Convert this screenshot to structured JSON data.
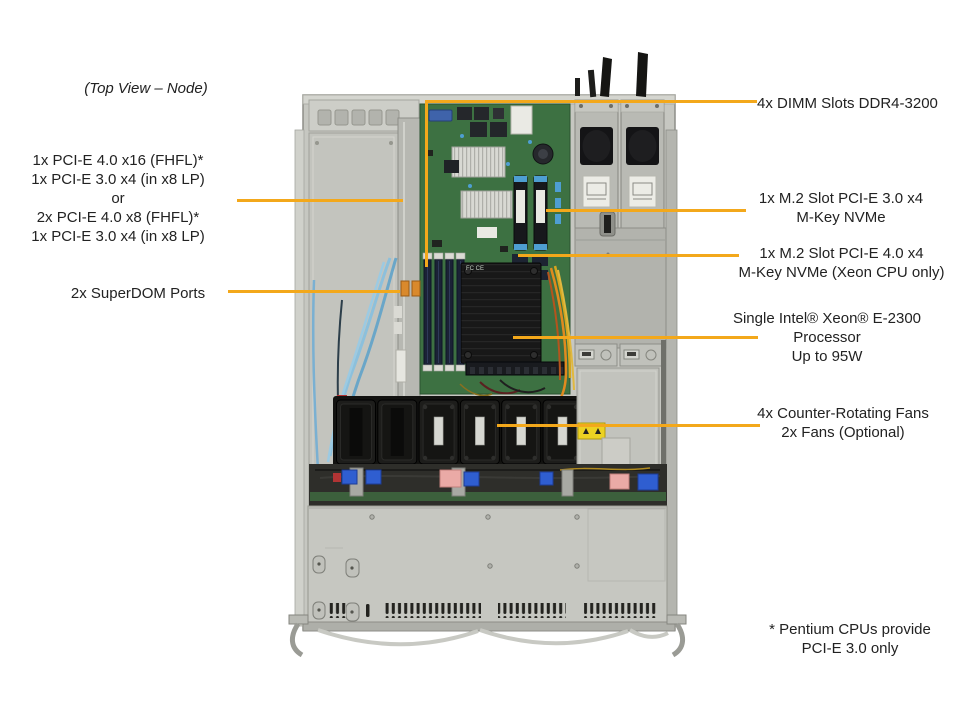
{
  "colors": {
    "callout_line": "#F3A81B",
    "label_text": "#222222",
    "board_green": "#3D7142",
    "chassis_gray": "#C6C7C1"
  },
  "annotations": {
    "top_view_note": {
      "lines": [
        "(Top View – Node)"
      ]
    },
    "pcie_slots": {
      "lines": [
        "1x PCI-E 4.0 x16 (FHFL)*",
        "1x PCI-E 3.0 x4 (in x8 LP)",
        "or",
        "2x PCI-E 4.0 x8 (FHFL)*",
        "1x PCI-E 3.0 x4 (in x8 LP)"
      ]
    },
    "superdom": {
      "lines": [
        "2x SuperDOM Ports"
      ]
    },
    "dimm": {
      "lines": [
        "4x DIMM Slots DDR4-3200"
      ]
    },
    "m2_pcie30": {
      "lines": [
        "1x M.2 Slot PCI-E 3.0 x4",
        "M-Key NVMe"
      ]
    },
    "m2_pcie40": {
      "lines": [
        "1x M.2 Slot PCI-E 4.0 x4",
        "M-Key NVMe (Xeon CPU only)"
      ]
    },
    "cpu": {
      "lines": [
        "Single Intel® Xeon® E-2300",
        "Processor",
        "Up to 95W"
      ]
    },
    "fans": {
      "lines": [
        "4x Counter-Rotating Fans",
        "2x Fans (Optional)"
      ]
    },
    "footnote": {
      "lines": [
        "* Pentium CPUs provide",
        "PCI-E 3.0 only"
      ]
    }
  }
}
